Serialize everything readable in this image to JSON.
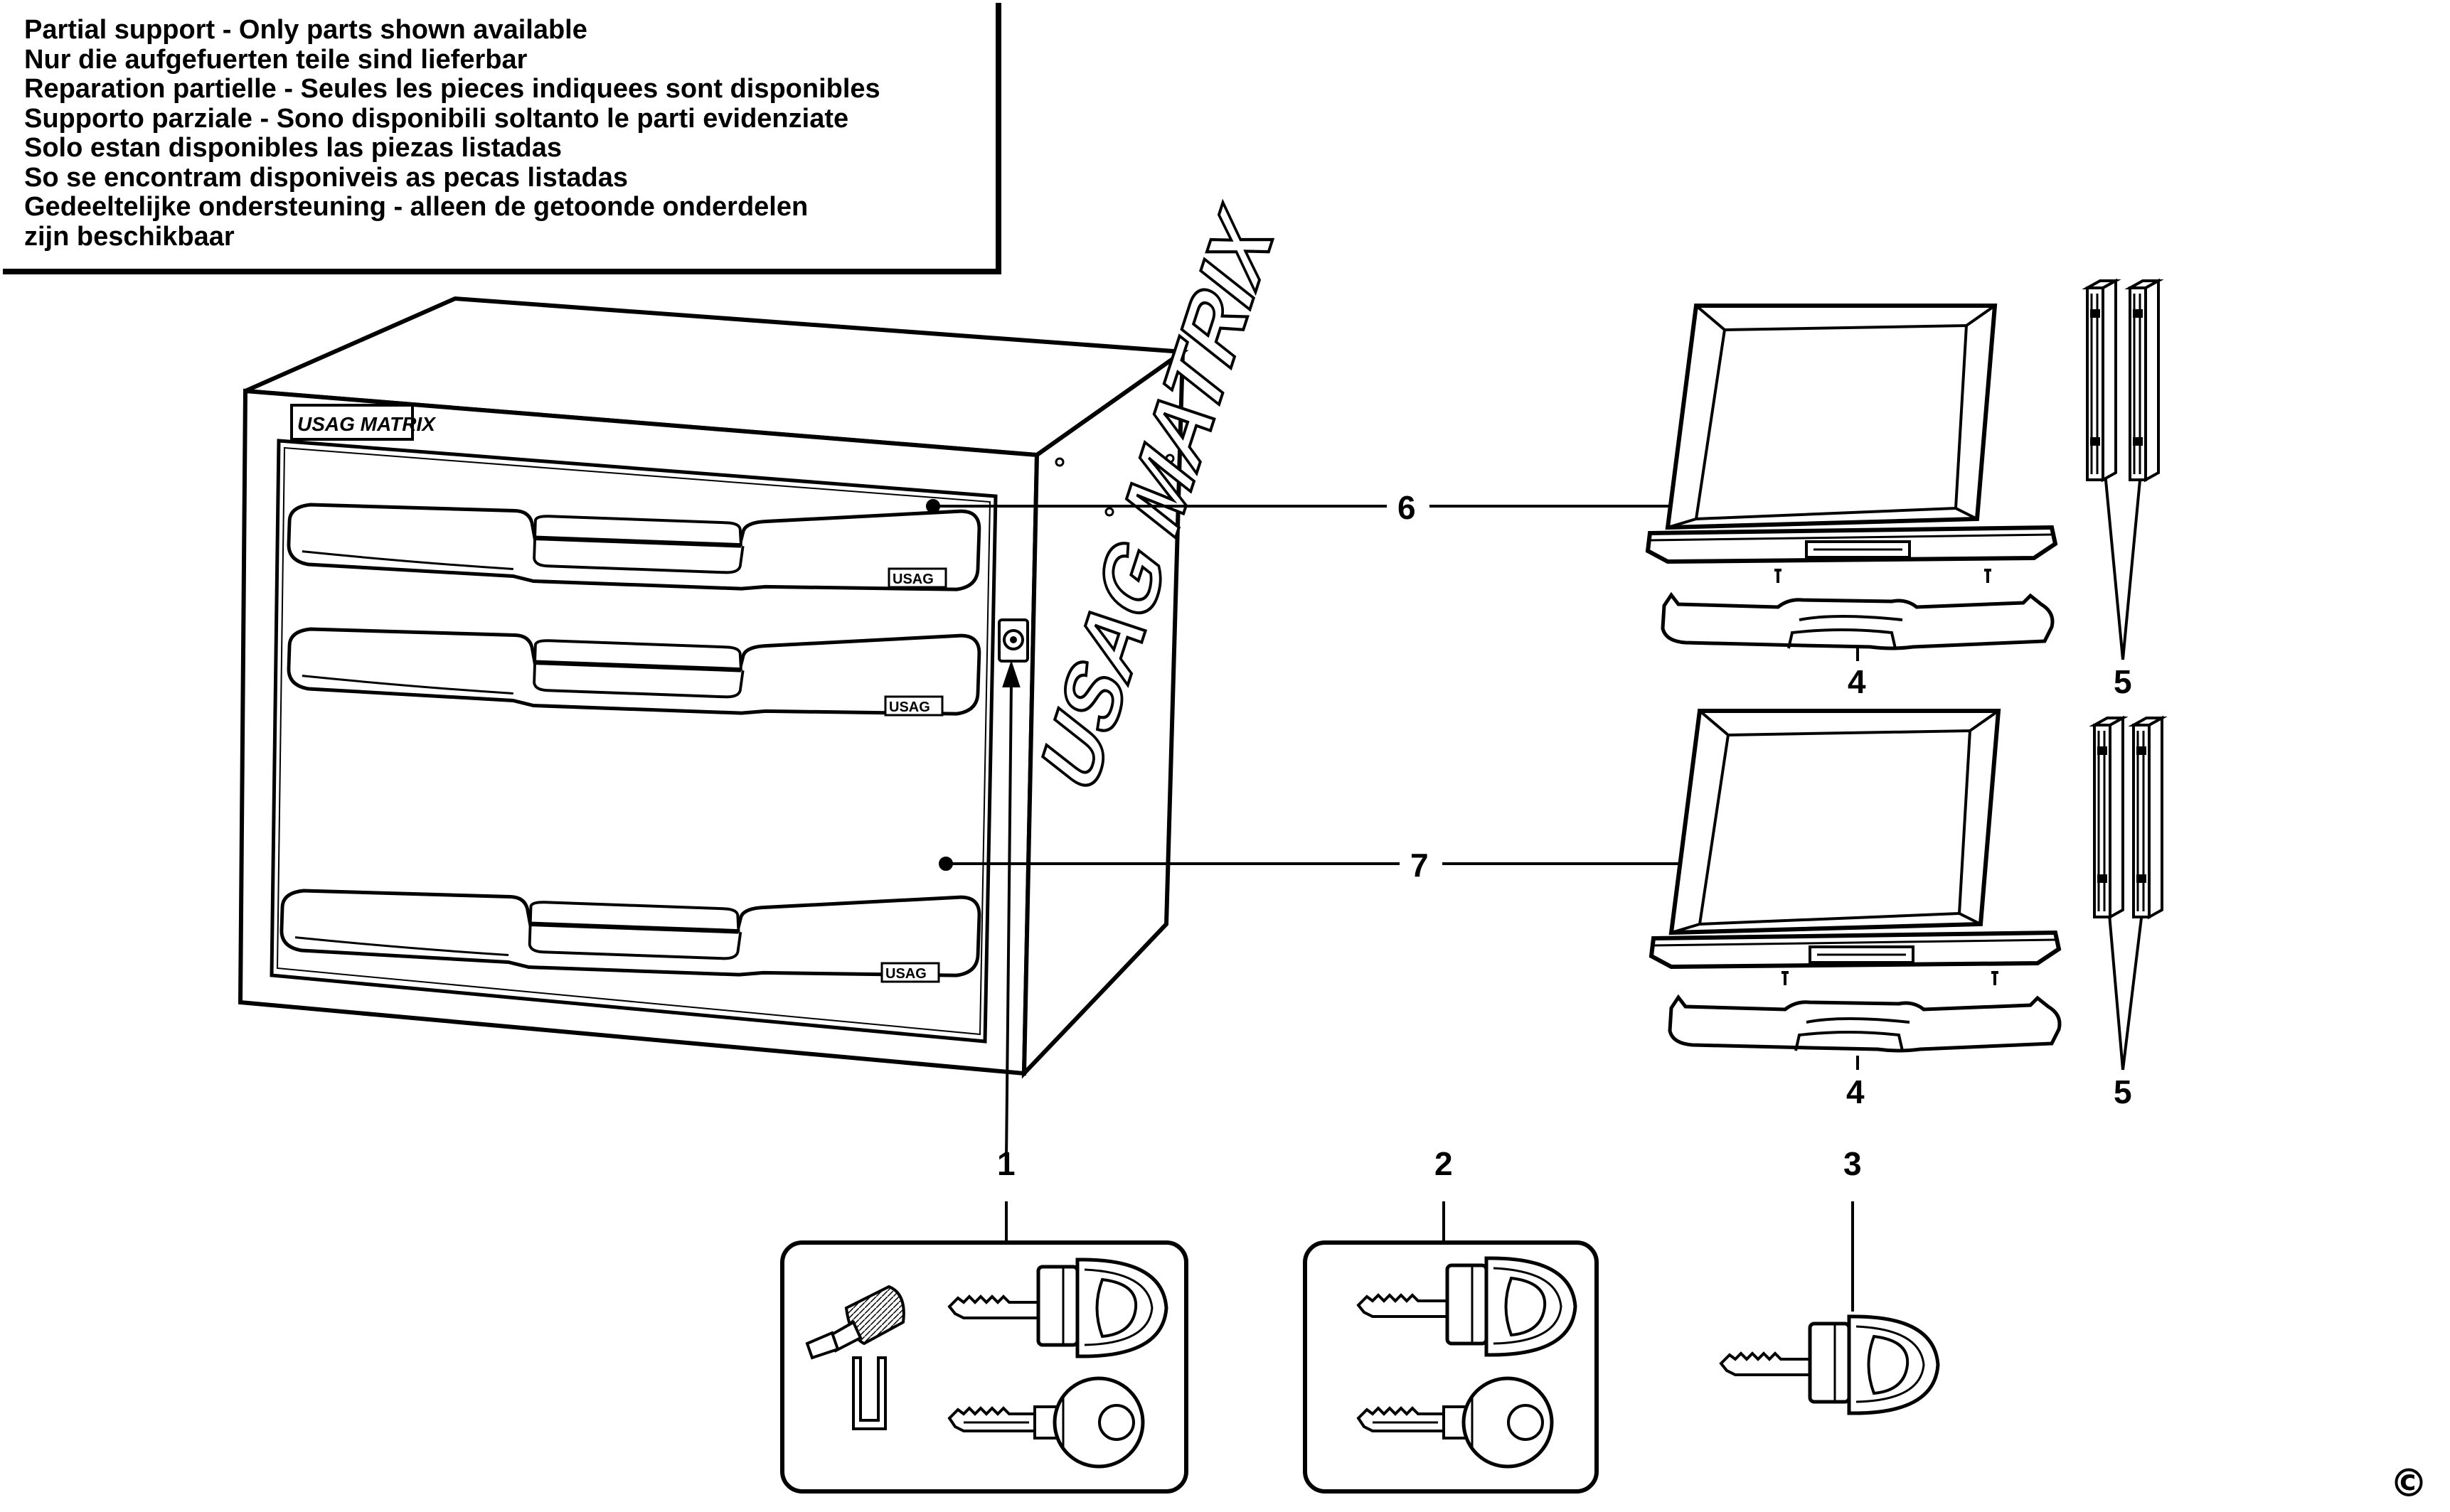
{
  "notice": {
    "lines": [
      "Partial support - Only parts shown available",
      "Nur die aufgefuerten teile sind lieferbar",
      "Reparation partielle - Seules les pieces indiquees sont disponibles",
      "Supporto parziale - Sono disponibili soltanto le parti evidenziate",
      "Solo estan disponibles las piezas listadas",
      "So se encontram disponiveis as pecas listadas",
      "Gedeeltelijke ondersteuning - alleen de getoonde onderdelen",
      "zijn beschikbaar"
    ]
  },
  "brand": {
    "logo_front": "USAG MATRIX",
    "drawer_badge": "USAG",
    "side_logo": "USAG MATRIX"
  },
  "callouts": {
    "c1": "1",
    "c2": "2",
    "c3": "3",
    "c4a": "4",
    "c4b": "4",
    "c5a": "5",
    "c5b": "5",
    "c6": "6",
    "c7": "7"
  },
  "copyright": "©",
  "colors": {
    "ink": "#000000",
    "paper": "#ffffff",
    "shade": "#d9d9d9"
  }
}
